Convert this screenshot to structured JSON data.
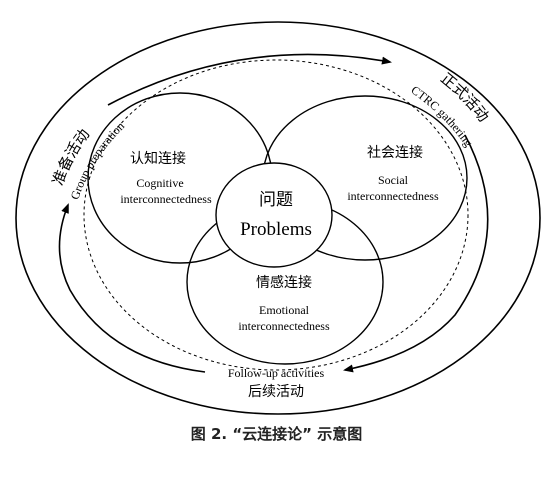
{
  "stages": {
    "preparation": {
      "zh": "准备活动",
      "en": "Group preparation"
    },
    "gathering": {
      "zh": "正式活动",
      "en": "CTRC gathering"
    },
    "followup": {
      "zh": "后续活动",
      "en": "Follow-up activities"
    }
  },
  "circles": {
    "cognitive": {
      "zh": "认知连接",
      "en1": "Cognitive",
      "en2": "interconnectedness"
    },
    "social": {
      "zh": "社会连接",
      "en1": "Social",
      "en2": "interconnectedness"
    },
    "emotional": {
      "zh": "情感连接",
      "en1": "Emotional",
      "en2": "interconnectedness"
    },
    "center": {
      "zh": "问题",
      "en": "Problems"
    }
  },
  "caption": "图 2. “云连接论” 示意图"
}
